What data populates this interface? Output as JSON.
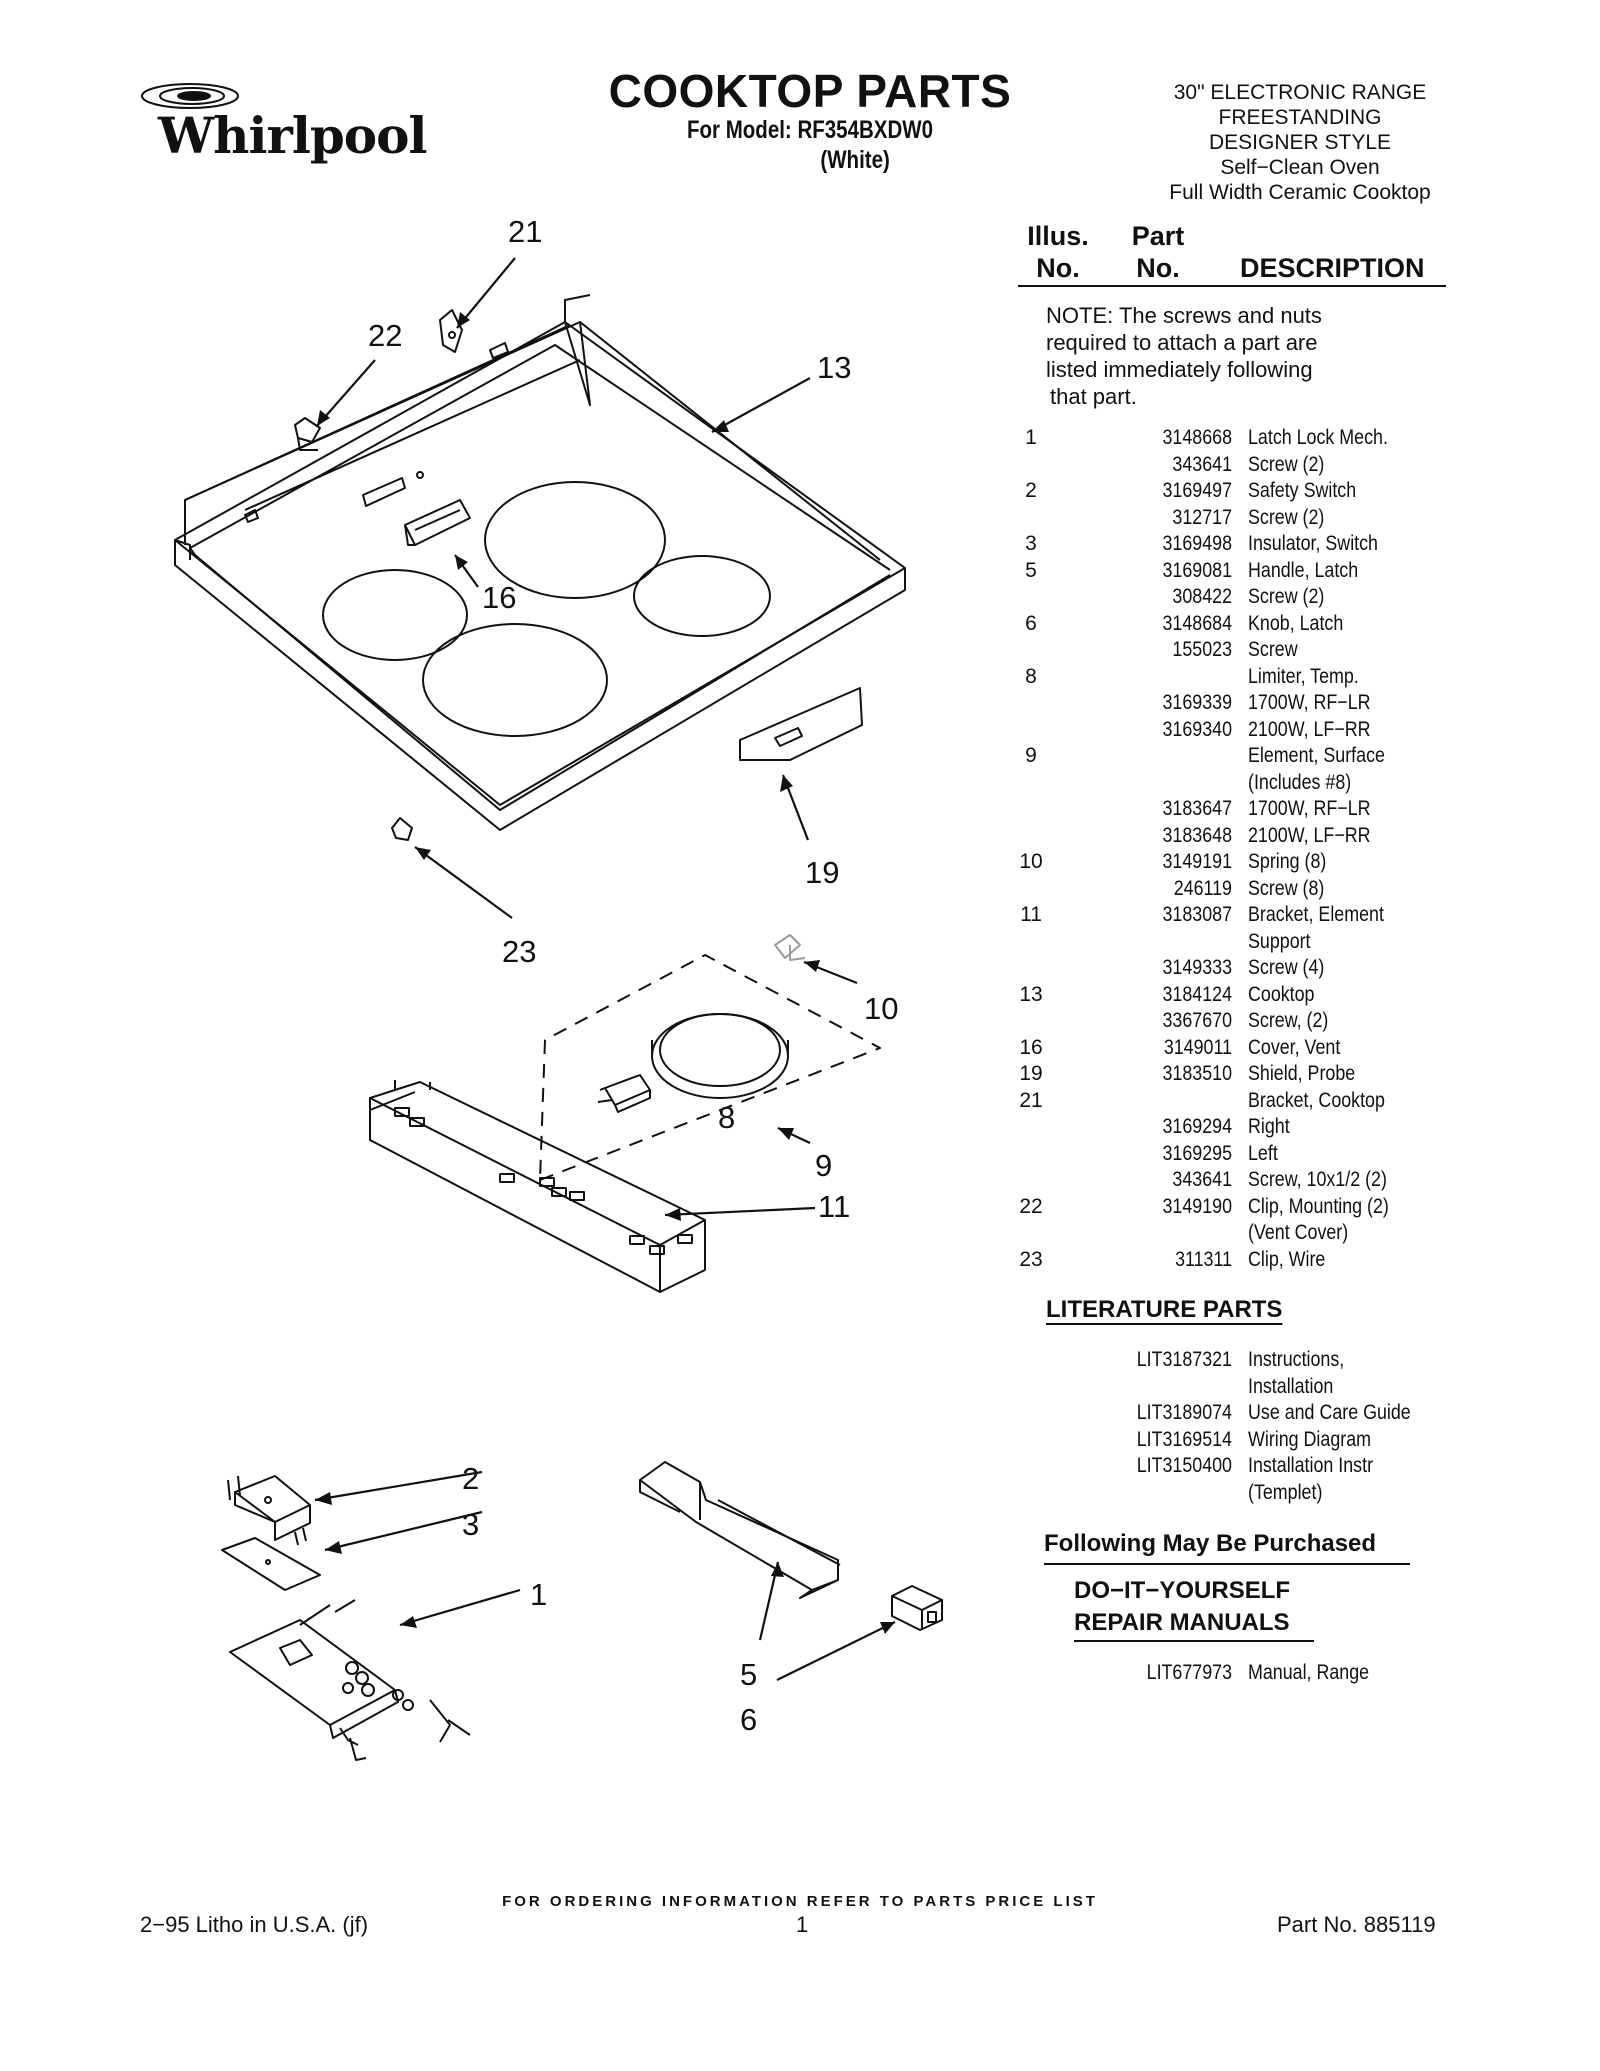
{
  "brand": "Whirlpool",
  "header": {
    "title": "COOKTOP PARTS",
    "model_line": "For Model: RF354BXDW0",
    "color_line": "(White)",
    "description_lines": [
      "30\" ELECTRONIC RANGE",
      "FREESTANDING",
      "DESIGNER STYLE",
      "Self−Clean Oven",
      "Full Width Ceramic Cooktop"
    ]
  },
  "columns": {
    "illus_1": "Illus.",
    "illus_2": "No.",
    "part_1": "Part",
    "part_2": "No.",
    "description": "DESCRIPTION"
  },
  "note_lines": [
    "NOTE: The screws and nuts",
    "required to attach a part are",
    "listed immediately following",
    "that part."
  ],
  "parts": [
    {
      "illus": "1",
      "part": "3148668",
      "desc": "Latch Lock Mech."
    },
    {
      "illus": "",
      "part": "343641",
      "desc": "Screw (2)"
    },
    {
      "illus": "2",
      "part": "3169497",
      "desc": "Safety Switch"
    },
    {
      "illus": "",
      "part": "312717",
      "desc": "Screw (2)"
    },
    {
      "illus": "3",
      "part": "3169498",
      "desc": "Insulator, Switch"
    },
    {
      "illus": "5",
      "part": "3169081",
      "desc": "Handle, Latch"
    },
    {
      "illus": "",
      "part": "308422",
      "desc": "Screw (2)"
    },
    {
      "illus": "6",
      "part": "3148684",
      "desc": "Knob, Latch"
    },
    {
      "illus": "",
      "part": "155023",
      "desc": "Screw"
    },
    {
      "illus": "8",
      "part": "",
      "desc": "Limiter, Temp."
    },
    {
      "illus": "",
      "part": "3169339",
      "desc": "1700W, RF−LR"
    },
    {
      "illus": "",
      "part": "3169340",
      "desc": "2100W, LF−RR"
    },
    {
      "illus": "9",
      "part": "",
      "desc": "Element, Surface"
    },
    {
      "illus": "",
      "part": "",
      "desc": "(Includes #8)"
    },
    {
      "illus": "",
      "part": "3183647",
      "desc": "1700W, RF−LR"
    },
    {
      "illus": "",
      "part": "3183648",
      "desc": "2100W, LF−RR"
    },
    {
      "illus": "10",
      "part": "3149191",
      "desc": "Spring (8)"
    },
    {
      "illus": "",
      "part": "246119",
      "desc": "Screw (8)"
    },
    {
      "illus": "11",
      "part": "3183087",
      "desc": "Bracket, Element"
    },
    {
      "illus": "",
      "part": "",
      "desc": "Support"
    },
    {
      "illus": "",
      "part": "3149333",
      "desc": "Screw (4)"
    },
    {
      "illus": "13",
      "part": "3184124",
      "desc": "Cooktop"
    },
    {
      "illus": "",
      "part": "3367670",
      "desc": "Screw, (2)"
    },
    {
      "illus": "16",
      "part": "3149011",
      "desc": "Cover, Vent"
    },
    {
      "illus": "19",
      "part": "3183510",
      "desc": "Shield, Probe"
    },
    {
      "illus": "21",
      "part": "",
      "desc": "Bracket, Cooktop"
    },
    {
      "illus": "",
      "part": "3169294",
      "desc": "Right"
    },
    {
      "illus": "",
      "part": "3169295",
      "desc": "Left"
    },
    {
      "illus": "",
      "part": "343641",
      "desc": "Screw, 10x1/2 (2)"
    },
    {
      "illus": "22",
      "part": "3149190",
      "desc": "Clip, Mounting (2)"
    },
    {
      "illus": "",
      "part": "",
      "desc": "(Vent Cover)"
    },
    {
      "illus": "23",
      "part": "311311",
      "desc": "Clip, Wire"
    }
  ],
  "literature": {
    "heading": "LITERATURE PARTS",
    "items": [
      {
        "part": "LIT3187321",
        "desc": "Instructions,"
      },
      {
        "part": "",
        "desc": "Installation"
      },
      {
        "part": "LIT3189074",
        "desc": "Use and Care Guide"
      },
      {
        "part": "LIT3169514",
        "desc": "Wiring Diagram"
      },
      {
        "part": "LIT3150400",
        "desc": "Installation Instr"
      },
      {
        "part": "",
        "desc": " (Templet)"
      }
    ]
  },
  "purchase": {
    "heading": "Following May Be Purchased",
    "diy_line1": "DO−IT−YOURSELF",
    "diy_line2": "REPAIR MANUALS",
    "items": [
      {
        "part": "LIT677973",
        "desc": "Manual, Range"
      }
    ]
  },
  "callouts": [
    "21",
    "22",
    "13",
    "16",
    "19",
    "23",
    "10",
    "8",
    "9",
    "11",
    "2",
    "3",
    "1",
    "5",
    "6"
  ],
  "footer": {
    "ordering": "FOR ORDERING INFORMATION REFER TO PARTS PRICE LIST",
    "litho": "2−95 Litho in U.S.A. (jf)",
    "page": "1",
    "part_no": "Part No. 885119"
  }
}
